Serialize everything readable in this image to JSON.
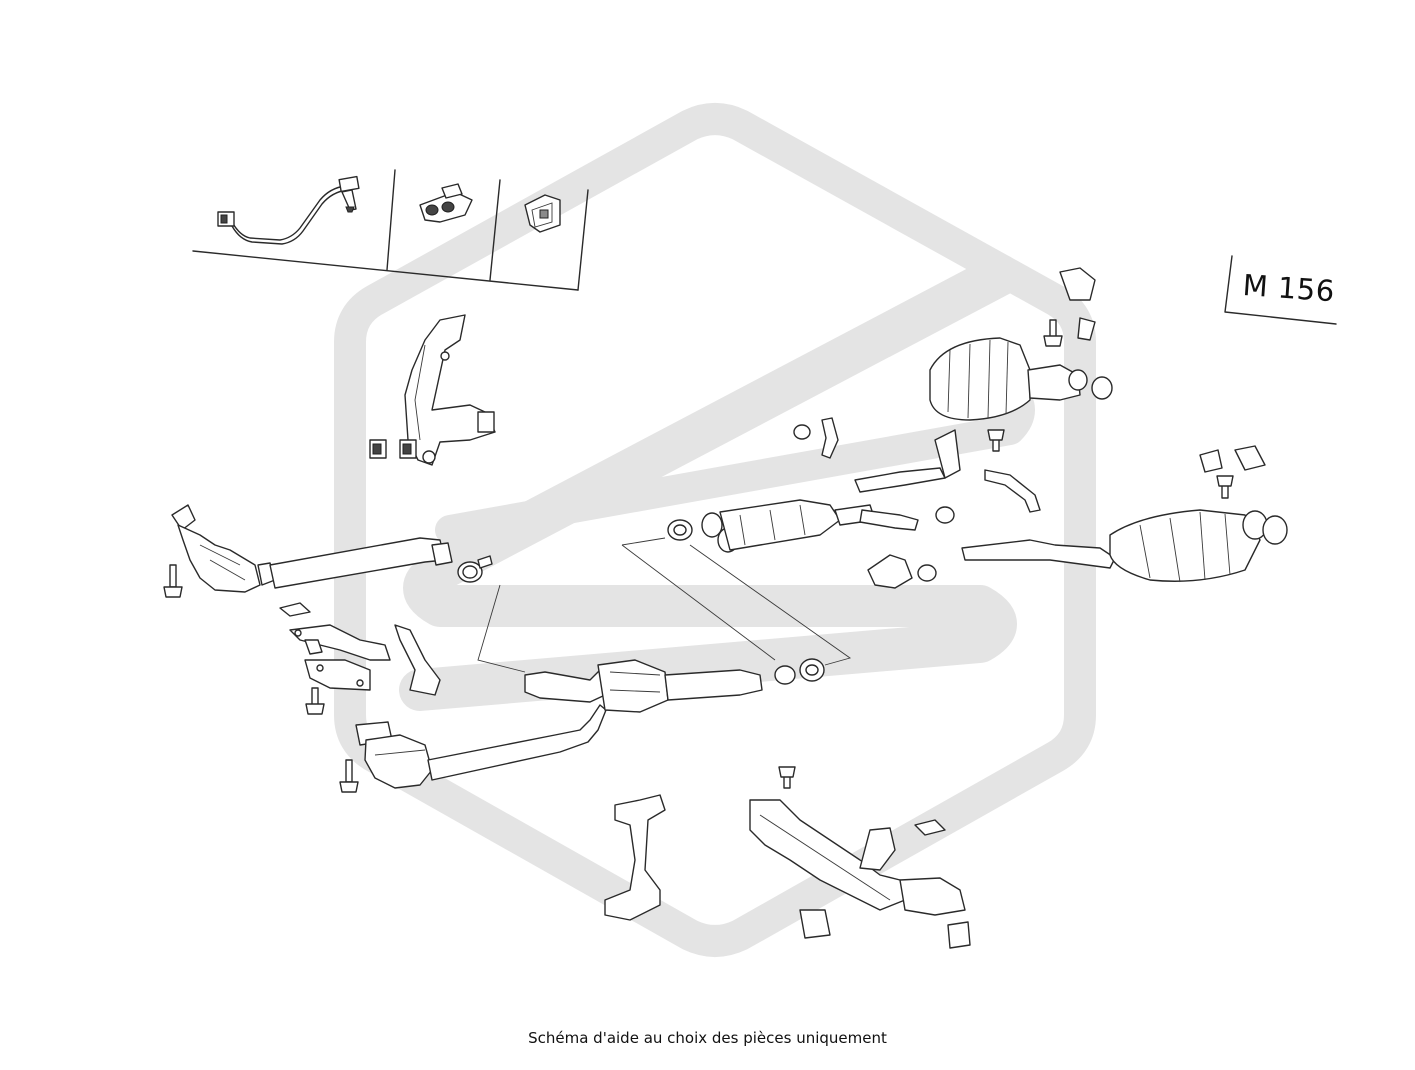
{
  "engine_code": "M 156",
  "caption": "Schéma d'aide au choix des pièces uniquement",
  "watermark": {
    "color": "#e4e4e4",
    "shape": "hexagon-s-logo"
  },
  "parts": [
    "lambda-sensor",
    "sensor-clip",
    "sensor-bracket",
    "transmission-mount-bracket",
    "front-catalytic-converter-right",
    "front-catalytic-converter-left",
    "intermediate-pipe-y",
    "center-silencer",
    "rear-silencer-left",
    "rear-silencer-right",
    "exhaust-clamp",
    "rubber-hanger",
    "mounting-bolt",
    "heat-shield-bracket",
    "rear-crossmember"
  ]
}
